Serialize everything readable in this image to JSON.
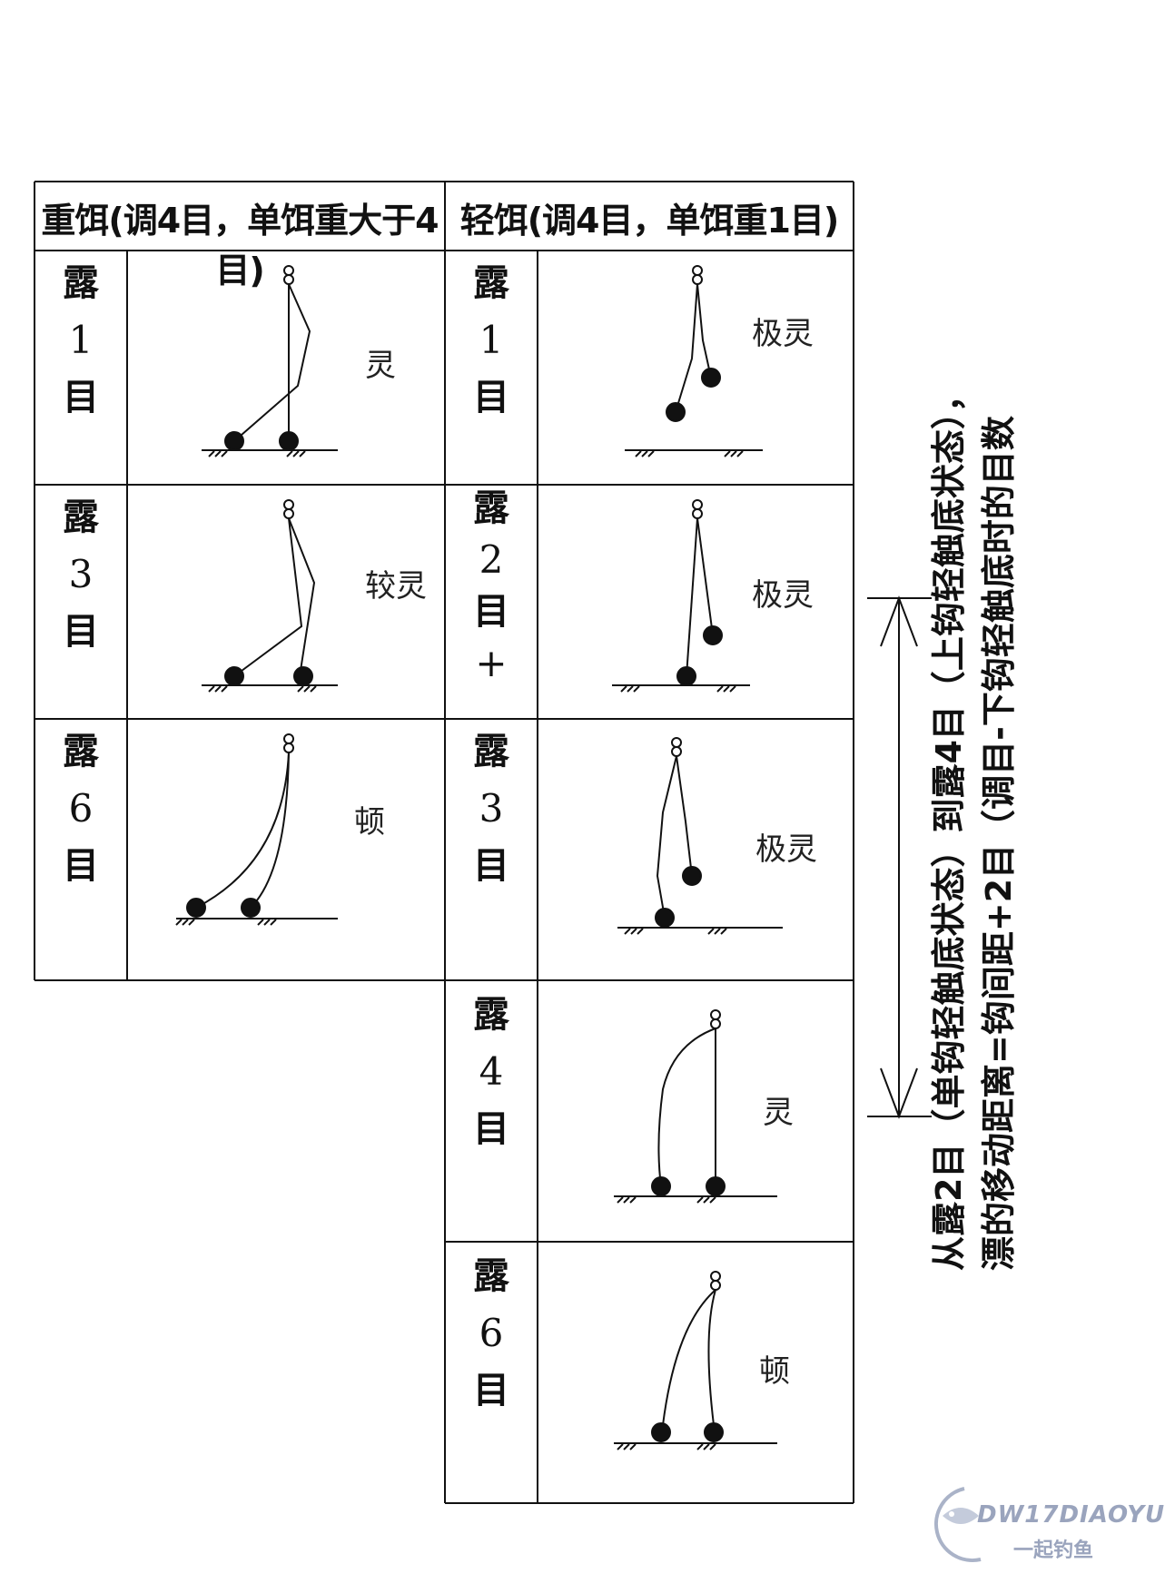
{
  "table": {
    "header_left": "重饵(调4目，单饵重大于4目)",
    "header_right": "轻饵(调4目，单饵重1目)",
    "heavy_rows": [
      {
        "chars": [
          "露",
          "1",
          "目"
        ],
        "note": "灵"
      },
      {
        "chars": [
          "露",
          "3",
          "目"
        ],
        "note": "较灵"
      },
      {
        "chars": [
          "露",
          "6",
          "目"
        ],
        "note": "顿"
      }
    ],
    "light_rows": [
      {
        "chars": [
          "露",
          "1",
          "目"
        ],
        "note": "极灵"
      },
      {
        "chars": [
          "露",
          "2",
          "目",
          "+"
        ],
        "note": "极灵"
      },
      {
        "chars": [
          "露",
          "3",
          "目"
        ],
        "note": "极灵"
      },
      {
        "chars": [
          "露",
          "4",
          "目"
        ],
        "note": "灵"
      },
      {
        "chars": [
          "露",
          "6",
          "目"
        ],
        "note": "顿"
      }
    ]
  },
  "side_note": {
    "line1": "从露2目（单钩轻触底状态）到露4目（上钩轻触底状态），",
    "line2": "漂的移动距离=钩间距+2目（调目-下钩轻触底时的目数"
  },
  "watermark": {
    "brand": "DW17DIAOYU",
    "tagline": "一起钓鱼"
  },
  "colors": {
    "line": "#111111",
    "background": "#ffffff"
  }
}
